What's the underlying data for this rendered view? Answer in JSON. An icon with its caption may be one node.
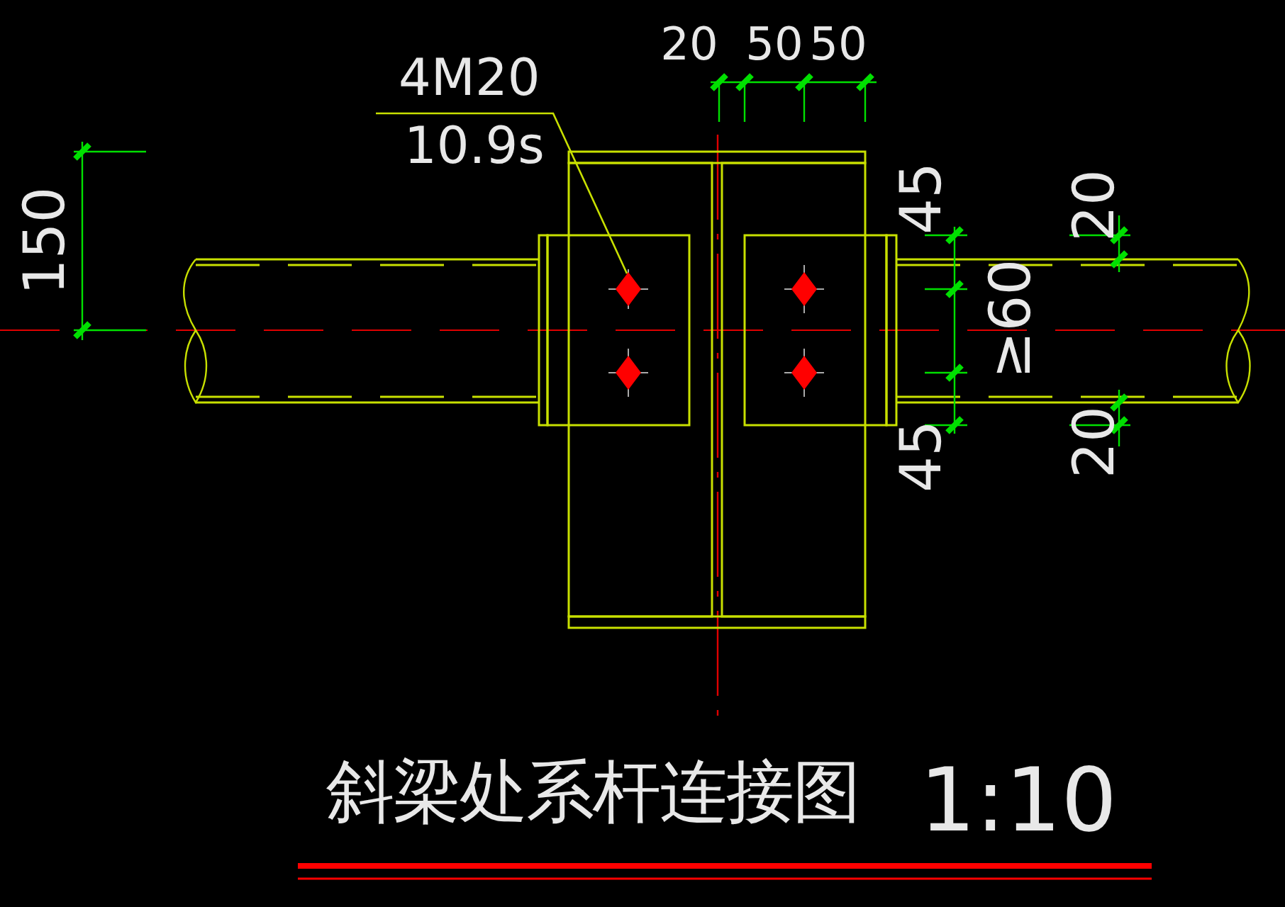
{
  "diagram": {
    "title": "斜梁处系杆连接图",
    "nodes": [
      {
        "text": [
          "4M20",
          "10.9s"
        ]
      },
      {
        "text": [],
        "shape": "diamond"
      }
    ],
    "edges": [
      {
        "from": 0,
        "to": 1,
        "arrow": "none"
      }
    ],
    "labels": [
      "20",
      "50",
      "50",
      "150",
      "45",
      "≥60",
      "45",
      "20",
      "20",
      "1:10"
    ]
  }
}
